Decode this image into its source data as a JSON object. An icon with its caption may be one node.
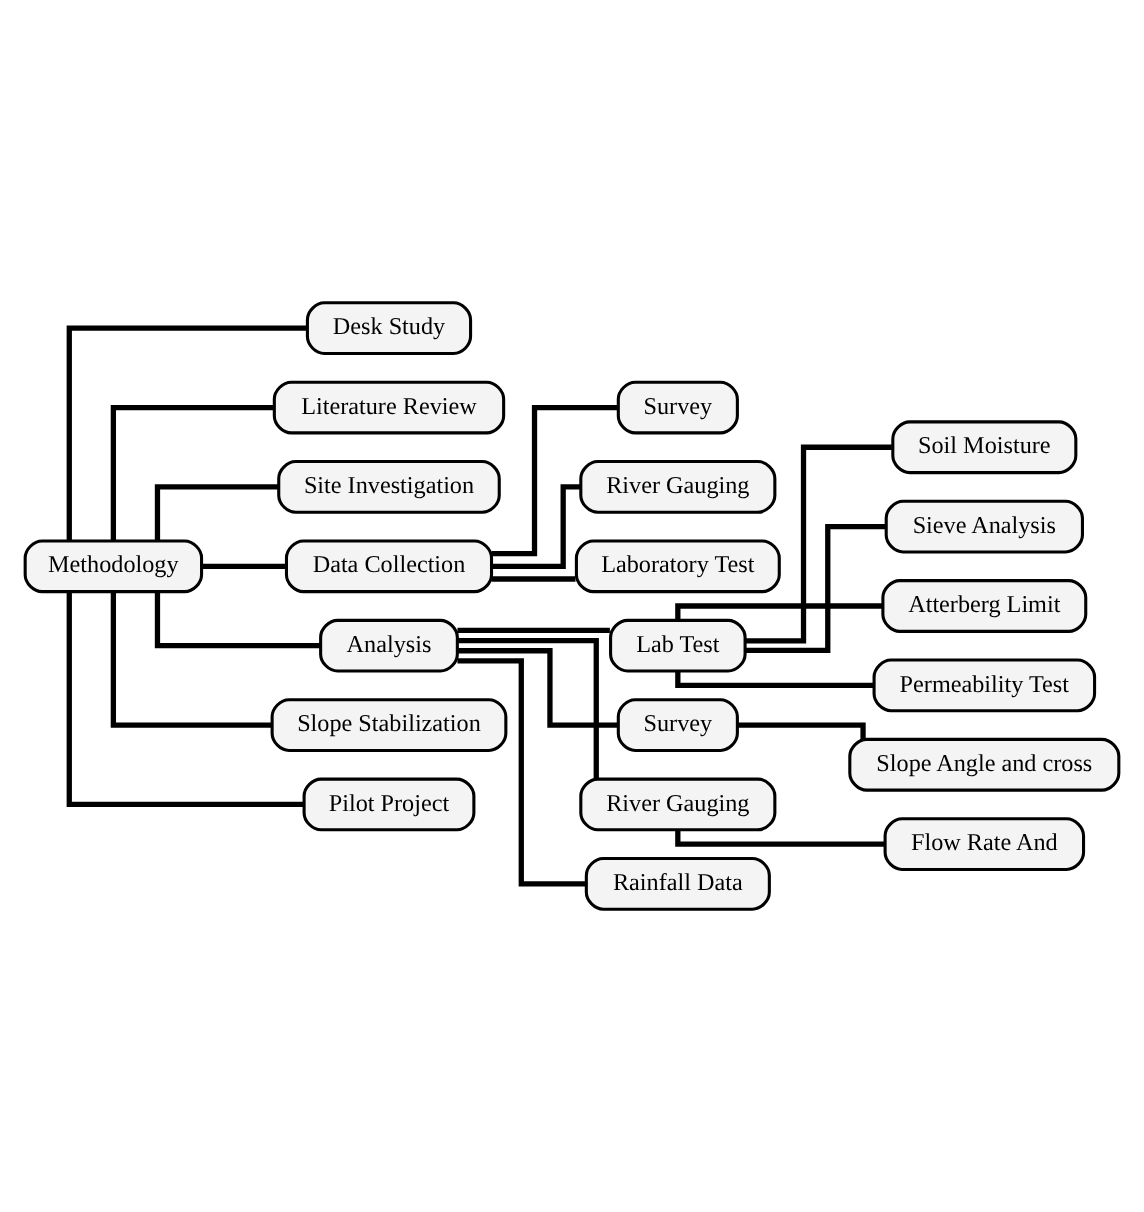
{
  "diagram": {
    "nodes": [
      {
        "text": [
          "Methodology"
        ]
      },
      {
        "text": [
          "Desk Study"
        ]
      },
      {
        "text": [
          "Literature Review"
        ]
      },
      {
        "text": [
          "Site Investigation"
        ]
      },
      {
        "text": [
          "Data Collection"
        ]
      },
      {
        "text": [
          "Survey"
        ]
      },
      {
        "text": [
          "River Gauging"
        ]
      },
      {
        "text": [
          "Laboratory Test"
        ]
      },
      {
        "text": [
          "Analysis"
        ]
      },
      {
        "text": [
          "Lab Test"
        ]
      },
      {
        "text": [
          "Survey"
        ]
      },
      {
        "text": [
          "River Gauging"
        ]
      },
      {
        "text": [
          "Rainfall Data"
        ]
      },
      {
        "text": [
          "Soil Moisture"
        ]
      },
      {
        "text": [
          "Sieve Analysis"
        ]
      },
      {
        "text": [
          "Atterberg Limit"
        ]
      },
      {
        "text": [
          "Permeability Test"
        ]
      },
      {
        "text": [
          "Slope Angle and cross"
        ]
      },
      {
        "text": [
          "Flow Rate And"
        ]
      },
      {
        "text": [
          "Slope Stabilization"
        ]
      },
      {
        "text": [
          "Pilot Project"
        ]
      }
    ],
    "edges": [
      {
        "from": 0,
        "to": 1,
        "arrow": "none"
      },
      {
        "from": 0,
        "to": 2,
        "arrow": "none"
      },
      {
        "from": 0,
        "to": 3,
        "arrow": "none"
      },
      {
        "from": 0,
        "to": 4,
        "arrow": "none"
      },
      {
        "from": 4,
        "to": 5,
        "arrow": "none"
      },
      {
        "from": 4,
        "to": 6,
        "arrow": "none"
      },
      {
        "from": 4,
        "to": 7,
        "arrow": "none"
      },
      {
        "from": 0,
        "to": 8,
        "arrow": "none"
      },
      {
        "from": 8,
        "to": 9,
        "arrow": "none"
      },
      {
        "from": 8,
        "to": 10,
        "arrow": "none"
      },
      {
        "from": 8,
        "to": 11,
        "arrow": "none"
      },
      {
        "from": 8,
        "to": 12,
        "arrow": "none"
      },
      {
        "from": 9,
        "to": 13,
        "arrow": "none"
      },
      {
        "from": 9,
        "to": 14,
        "arrow": "none"
      },
      {
        "from": 9,
        "to": 15,
        "arrow": "none"
      },
      {
        "from": 9,
        "to": 16,
        "arrow": "none"
      },
      {
        "from": 10,
        "to": 17,
        "arrow": "none"
      },
      {
        "from": 11,
        "to": 18,
        "arrow": "none"
      },
      {
        "from": 0,
        "to": 19,
        "arrow": "none"
      },
      {
        "from": 0,
        "to": 20,
        "arrow": "none"
      }
    ]
  }
}
